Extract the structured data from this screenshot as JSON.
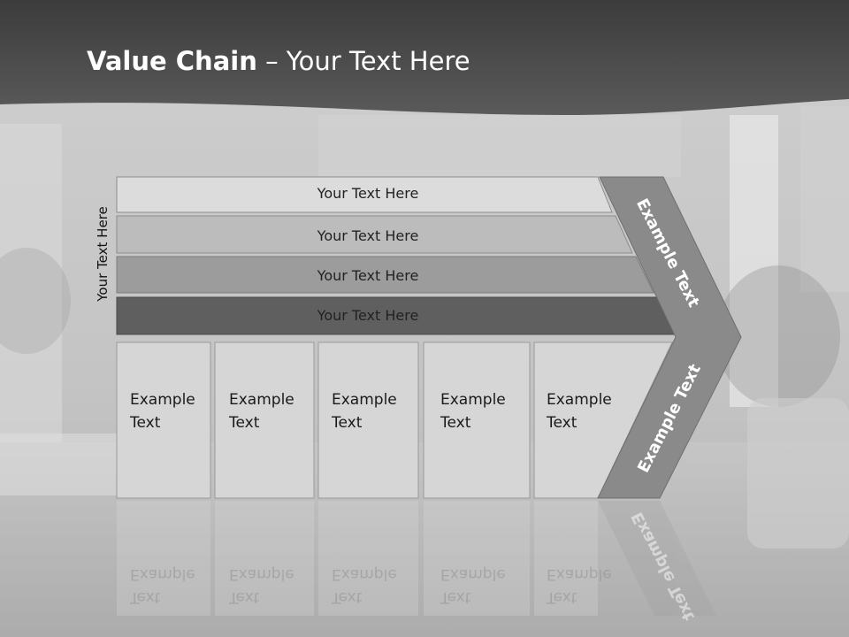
{
  "title": {
    "bold": "Value Chain",
    "rest": " – Your Text Here"
  },
  "side_label": "Your Text Here",
  "bands": [
    {
      "label": "Your Text Here",
      "fill": "#dcdcdc"
    },
    {
      "label": "Your Text Here",
      "fill": "#bcbcbc"
    },
    {
      "label": "Your Text Here",
      "fill": "#9c9c9c"
    },
    {
      "label": "Your Text Here",
      "fill": "#5f5f5f"
    }
  ],
  "boxes": [
    {
      "line1": "Example",
      "line2": "Text"
    },
    {
      "line1": "Example",
      "line2": "Text"
    },
    {
      "line1": "Example",
      "line2": "Text"
    },
    {
      "line1": "Example",
      "line2": "Text"
    },
    {
      "line1": "Example",
      "line2": "Text"
    }
  ],
  "chevron": {
    "upper_label": "Example Text",
    "lower_label": "Example Text",
    "fill": "#8a8a8a"
  },
  "colors": {
    "header": "#444444",
    "box_fill": "#d6d6d6",
    "box_border": "#9a9a9a"
  }
}
